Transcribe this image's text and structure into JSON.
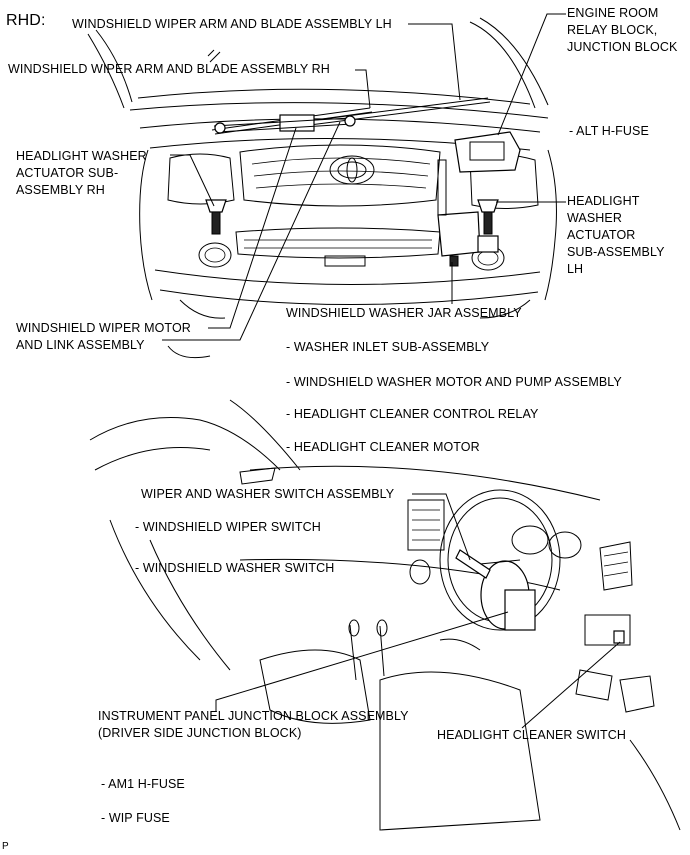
{
  "region_label": "RHD:",
  "labels": {
    "wiper_arm_lh": "WINDSHIELD WIPER ARM AND BLADE ASSEMBLY LH",
    "wiper_arm_rh": "WINDSHIELD WIPER ARM AND BLADE ASSEMBLY RH",
    "engine_room_relay": "ENGINE ROOM\nRELAY BLOCK,\nJUNCTION BLOCK",
    "alt_fuse": "- ALT H-FUSE",
    "hl_washer_rh": "HEADLIGHT WASHER\nACTUATOR SUB-\nASSEMBLY RH",
    "hl_washer_lh": "HEADLIGHT\nWASHER\nACTUATOR\nSUB-ASSEMBLY\nLH",
    "wiper_motor": "WINDSHIELD WIPER MOTOR\nAND LINK ASSEMBLY",
    "washer_jar": "WINDSHIELD WASHER JAR ASSEMBLY",
    "washer_inlet": "- WASHER INLET SUB-ASSEMBLY",
    "washer_motor_pump": "- WINDSHIELD WASHER MOTOR AND PUMP ASSEMBLY",
    "hl_cleaner_relay": "- HEADLIGHT CLEANER CONTROL RELAY",
    "hl_cleaner_motor": "- HEADLIGHT CLEANER MOTOR",
    "wiper_washer_switch": "WIPER AND WASHER SWITCH ASSEMBLY",
    "ws_wiper_switch": "- WINDSHIELD WIPER SWITCH",
    "ws_washer_switch": "- WINDSHIELD WASHER SWITCH",
    "ip_junction_block": "INSTRUMENT PANEL JUNCTION BLOCK ASSEMBLY\n(DRIVER SIDE JUNCTION BLOCK)",
    "hl_cleaner_switch": "HEADLIGHT CLEANER SWITCH",
    "am1_fuse": "- AM1 H-FUSE",
    "wip_fuse": "- WIP FUSE"
  },
  "figure_code": "P"
}
